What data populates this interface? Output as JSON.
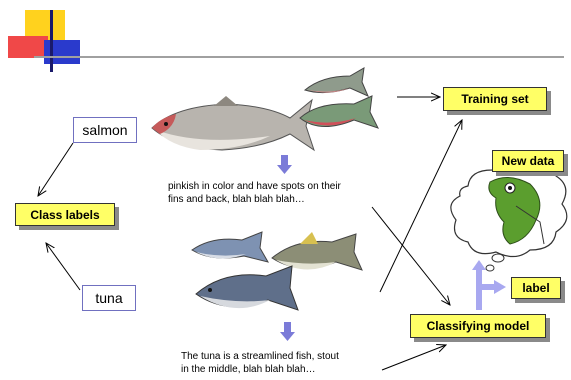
{
  "decoration": {
    "yellow": "#ffd21e",
    "red": "#f04848",
    "blue": "#2a3acc"
  },
  "labels": {
    "training_set": "Training set",
    "new_data": "New data",
    "class_labels": "Class labels",
    "label": "label",
    "classifying_model": "Classifying model",
    "salmon": "salmon",
    "tuna": "tuna"
  },
  "descriptions": {
    "salmon_line1": "pinkish in color and have spots on their",
    "salmon_line2": "fins and back, blah blah blah…",
    "tuna_line1": "The tuna is a streamlined fish, stout",
    "tuna_line2": "in the middle, blah blah blah…"
  },
  "colors": {
    "label_fill": "#ffff66",
    "arrow_blue": "#7b7bd8",
    "shadow": "#8a8a8a"
  }
}
